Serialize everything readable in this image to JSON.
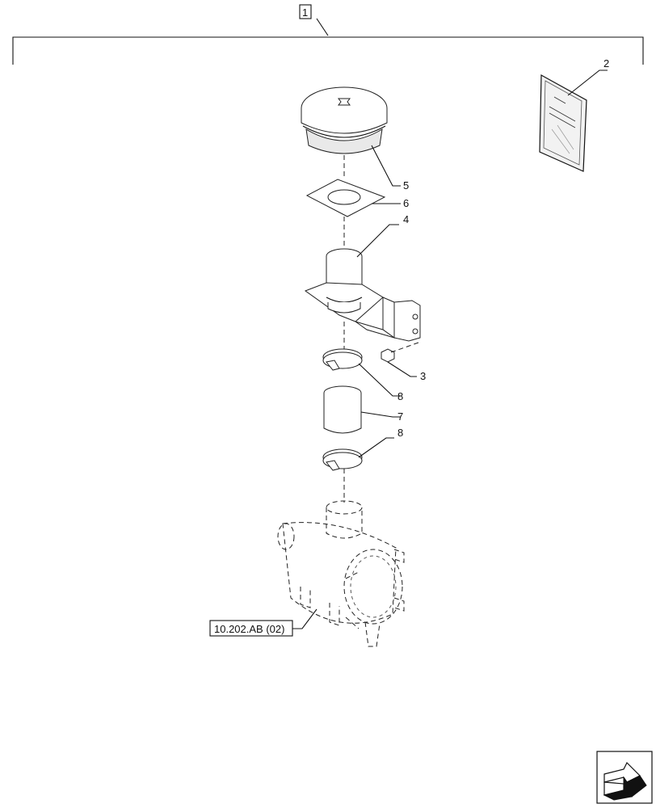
{
  "assembly_label": "1",
  "callouts": {
    "manual": "2",
    "bolt": "3",
    "bracket": "4",
    "precleaner": "5",
    "gasket": "6",
    "hose": "7",
    "clamp_upper": "8",
    "clamp_lower": "8"
  },
  "reference_label": "10.202.AB (02)",
  "nav": {
    "icon": "next-page-arrow-icon"
  }
}
